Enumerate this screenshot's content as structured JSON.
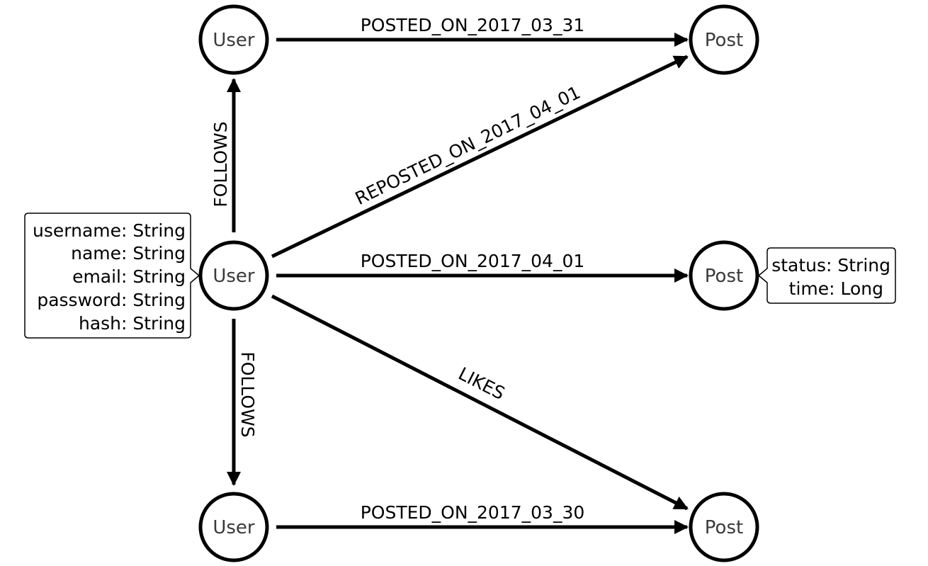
{
  "nodes": {
    "user_top": "User",
    "user_center": "User",
    "user_bottom": "User",
    "post_top": "Post",
    "post_middle": "Post",
    "post_bottom": "Post"
  },
  "edges": {
    "posted_top": "POSTED_ON_2017_03_31",
    "reposted": "REPOSTED_ON_2017_04_01",
    "posted_middle": "POSTED_ON_2017_04_01",
    "likes": "LIKES",
    "posted_bottom": "POSTED_ON_2017_03_30",
    "follows_up": "FOLLOWS",
    "follows_down": "FOLLOWS"
  },
  "user_properties": [
    "username: String",
    "name: String",
    "email: String",
    "password: String",
    "hash: String"
  ],
  "post_properties": [
    "status: String",
    "time: Long"
  ]
}
